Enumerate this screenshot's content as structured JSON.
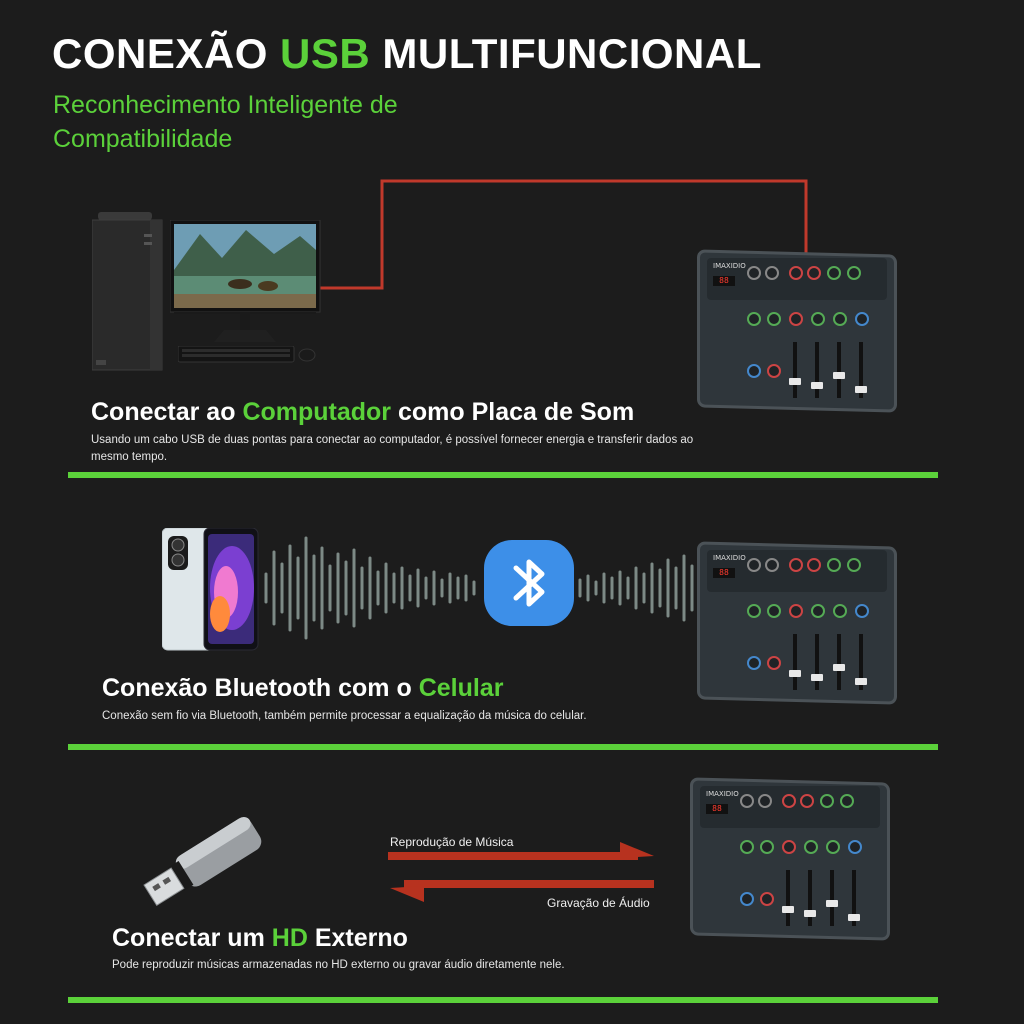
{
  "header": {
    "title_prefix": "CONEXÃO ",
    "title_highlight": "USB",
    "title_suffix": " MULTIFUNCIONAL",
    "subtitle": "Reconhecimento Inteligente de Compatibilidade"
  },
  "mixer": {
    "brand": "IMAXIDIO",
    "display": "88"
  },
  "sections": [
    {
      "title_prefix": "Conectar ao ",
      "title_highlight": "Computador",
      "title_suffix": " como Placa de Som",
      "description": "Usando um cabo USB de duas pontas para conectar ao computador, é possível fornecer energia e transferir dados ao mesmo tempo."
    },
    {
      "title_prefix": "Conexão Bluetooth com o ",
      "title_highlight": "Celular",
      "title_suffix": "",
      "description": "Conexão sem fio via Bluetooth, também permite processar a equalização da música do celular."
    },
    {
      "title_prefix": "Conectar um ",
      "title_highlight": "HD",
      "title_suffix": " Externo",
      "description": "Pode reproduzir músicas armazenadas no HD externo ou gravar áudio diretamente nele.",
      "arrow_top_label": "Reprodução de Música",
      "arrow_bottom_label": "Gravação de Áudio"
    }
  ],
  "colors": {
    "accent": "#5bd13a",
    "background": "#1c1c1c",
    "cable": "#c0392b",
    "arrow": "#b7321f",
    "bluetooth": "#3d8fe8"
  },
  "icons": [
    "computer-tower-icon",
    "monitor-icon",
    "keyboard-icon",
    "mouse-icon",
    "smartphone-icon",
    "bluetooth-icon",
    "usb-drive-icon",
    "audio-mixer-icon"
  ]
}
